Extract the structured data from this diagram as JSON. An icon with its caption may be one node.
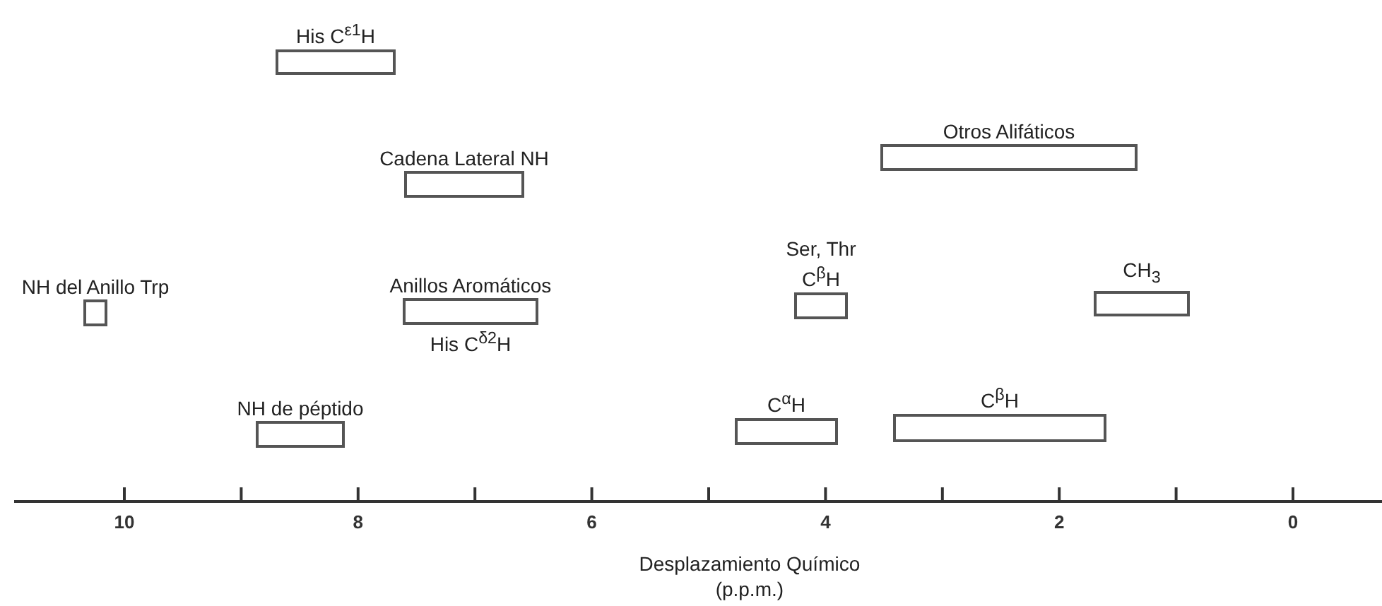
{
  "diagram": {
    "nodes": [
      {
        "text": [
          "His C$^{ε1}$H"
        ]
      },
      {
        "text": [
          "Cadena Lateral NH"
        ]
      },
      {
        "text": [
          "Otros Alifáticos"
        ]
      },
      {
        "text": [
          "NH del Anillo Trp"
        ]
      },
      {
        "text": [
          "Anillos Aromáticos",
          "His C$^{δ2}$H"
        ]
      },
      {
        "text": [
          "Ser, Thr C$^{β}$H"
        ]
      },
      {
        "text": [
          "CH$_{3}$"
        ]
      },
      {
        "text": [
          "NH de péptido"
        ]
      },
      {
        "text": [
          "C$^{α}$H"
        ]
      },
      {
        "text": [
          "C$^{β}$H"
        ]
      }
    ],
    "labels": [
      "10",
      "8",
      "6",
      "4",
      "2",
      "0",
      "Desplazamiento Químico (p.p.m.)"
    ]
  }
}
